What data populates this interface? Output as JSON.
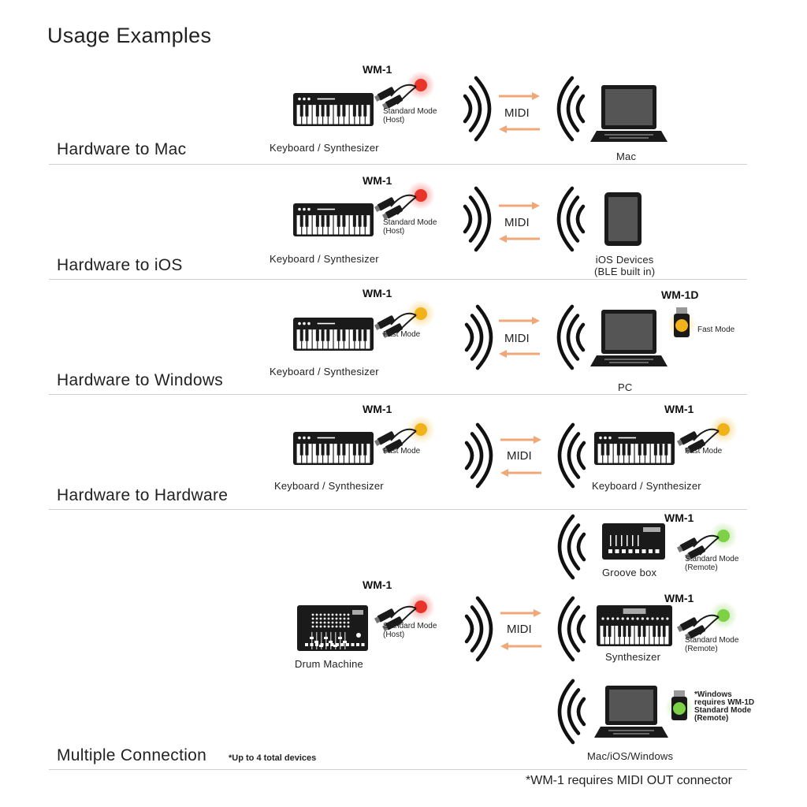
{
  "title": "Usage Examples",
  "colors": {
    "led_red": "#e8342a",
    "led_yellow": "#f2b21b",
    "led_green": "#7dd147",
    "arrow": "#f0a878",
    "device": "#1a1a1a",
    "screen": "#555555"
  },
  "rows": [
    {
      "label": "Hardware to Mac",
      "left": {
        "device_label": "Keyboard / Synthesizer",
        "adapter": "WM-1",
        "mode": [
          "Standard Mode",
          "(Host)"
        ],
        "led": "red"
      },
      "link": "MIDI",
      "right": {
        "device_label": "Mac"
      }
    },
    {
      "label": "Hardware to iOS",
      "left": {
        "device_label": "Keyboard / Synthesizer",
        "adapter": "WM-1",
        "mode": [
          "Standard Mode",
          "(Host)"
        ],
        "led": "red"
      },
      "link": "MIDI",
      "right": {
        "device_label": [
          "iOS Devices",
          "(BLE built in)"
        ]
      }
    },
    {
      "label": "Hardware to Windows",
      "left": {
        "device_label": "Keyboard / Synthesizer",
        "adapter": "WM-1",
        "mode": [
          "Fast Mode"
        ],
        "led": "yellow"
      },
      "link": "MIDI",
      "right": {
        "device_label": "PC",
        "adapter": "WM-1D",
        "mode": [
          "Fast Mode"
        ],
        "led": "yellow"
      }
    },
    {
      "label": "Hardware to Hardware",
      "left": {
        "device_label": "Keyboard / Synthesizer",
        "adapter": "WM-1",
        "mode": [
          "Fast Mode"
        ],
        "led": "yellow"
      },
      "link": "MIDI",
      "right": {
        "device_label": "Keyboard / Synthesizer",
        "adapter": "WM-1",
        "mode": [
          "Fast Mode"
        ],
        "led": "yellow"
      }
    },
    {
      "label": "Multiple Connection",
      "note": "*Up to 4 total devices",
      "left": {
        "device_label": "Drum  Machine",
        "adapter": "WM-1",
        "mode": [
          "Standard Mode",
          "(Host)"
        ],
        "led": "red"
      },
      "link": "MIDI",
      "right": [
        {
          "device_label": "Groove box",
          "adapter": "WM-1",
          "mode": [
            "Standard Mode",
            "(Remote)"
          ],
          "led": "green"
        },
        {
          "device_label": "Synthesizer",
          "adapter": "WM-1",
          "mode": [
            "Standard Mode",
            "(Remote)"
          ],
          "led": "green"
        },
        {
          "device_label": "Mac/iOS/Windows",
          "mode": [
            "*Windows",
            "requires WM-1D",
            "Standard Mode",
            "(Remote)"
          ],
          "led": "green"
        }
      ]
    }
  ],
  "footnote": "*WM-1 requires MIDI OUT connector"
}
